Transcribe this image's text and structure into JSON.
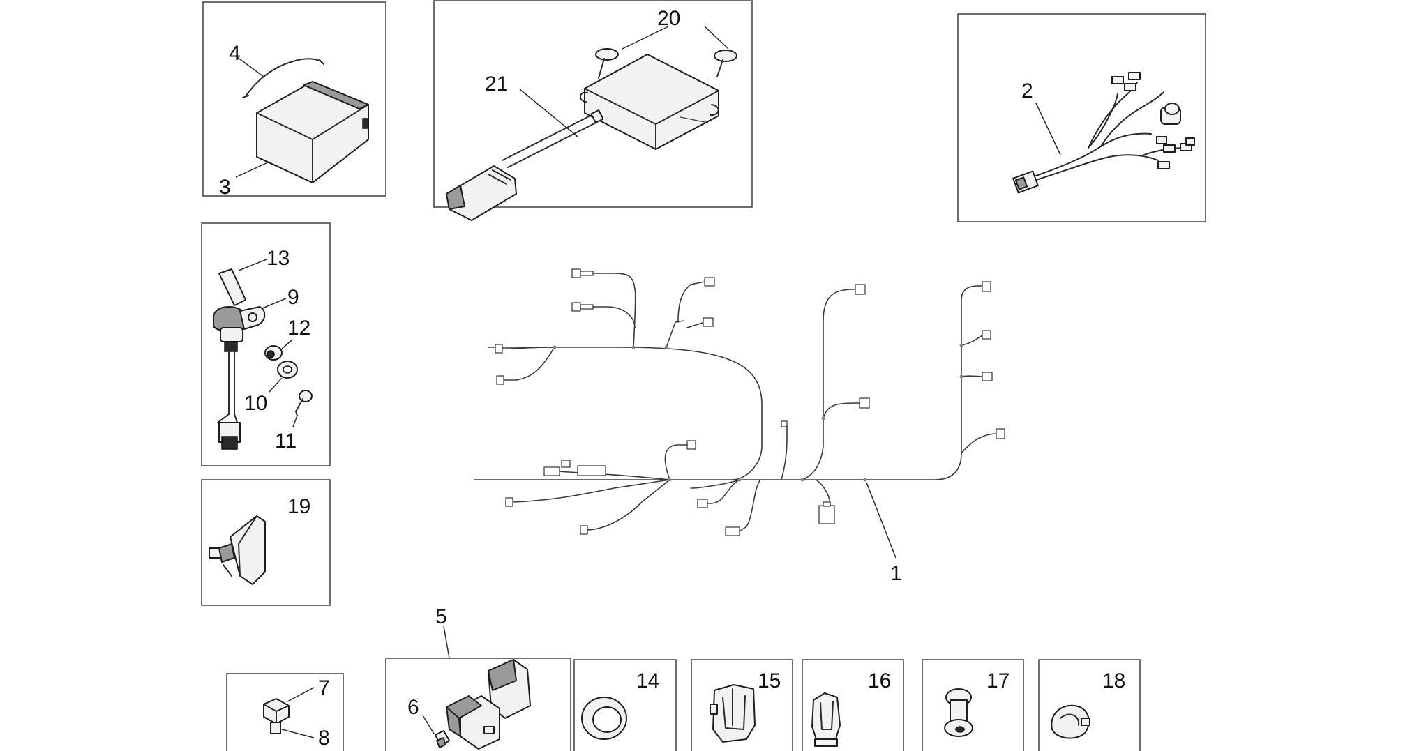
{
  "parts": [
    {
      "id": "p1",
      "label": "1"
    },
    {
      "id": "p2",
      "label": "2"
    },
    {
      "id": "p3",
      "label": "3"
    },
    {
      "id": "p4",
      "label": "4"
    },
    {
      "id": "p5",
      "label": "5"
    },
    {
      "id": "p6",
      "label": "6"
    },
    {
      "id": "p7",
      "label": "7"
    },
    {
      "id": "p8",
      "label": "8"
    },
    {
      "id": "p9",
      "label": "9"
    },
    {
      "id": "p10",
      "label": "10"
    },
    {
      "id": "p11",
      "label": "11"
    },
    {
      "id": "p12",
      "label": "12"
    },
    {
      "id": "p13",
      "label": "13"
    },
    {
      "id": "p14",
      "label": "14"
    },
    {
      "id": "p15",
      "label": "15"
    },
    {
      "id": "p16",
      "label": "16"
    },
    {
      "id": "p17",
      "label": "17"
    },
    {
      "id": "p18",
      "label": "18"
    },
    {
      "id": "p19",
      "label": "19"
    },
    {
      "id": "p20",
      "label": "20"
    },
    {
      "id": "p21",
      "label": "21"
    }
  ]
}
